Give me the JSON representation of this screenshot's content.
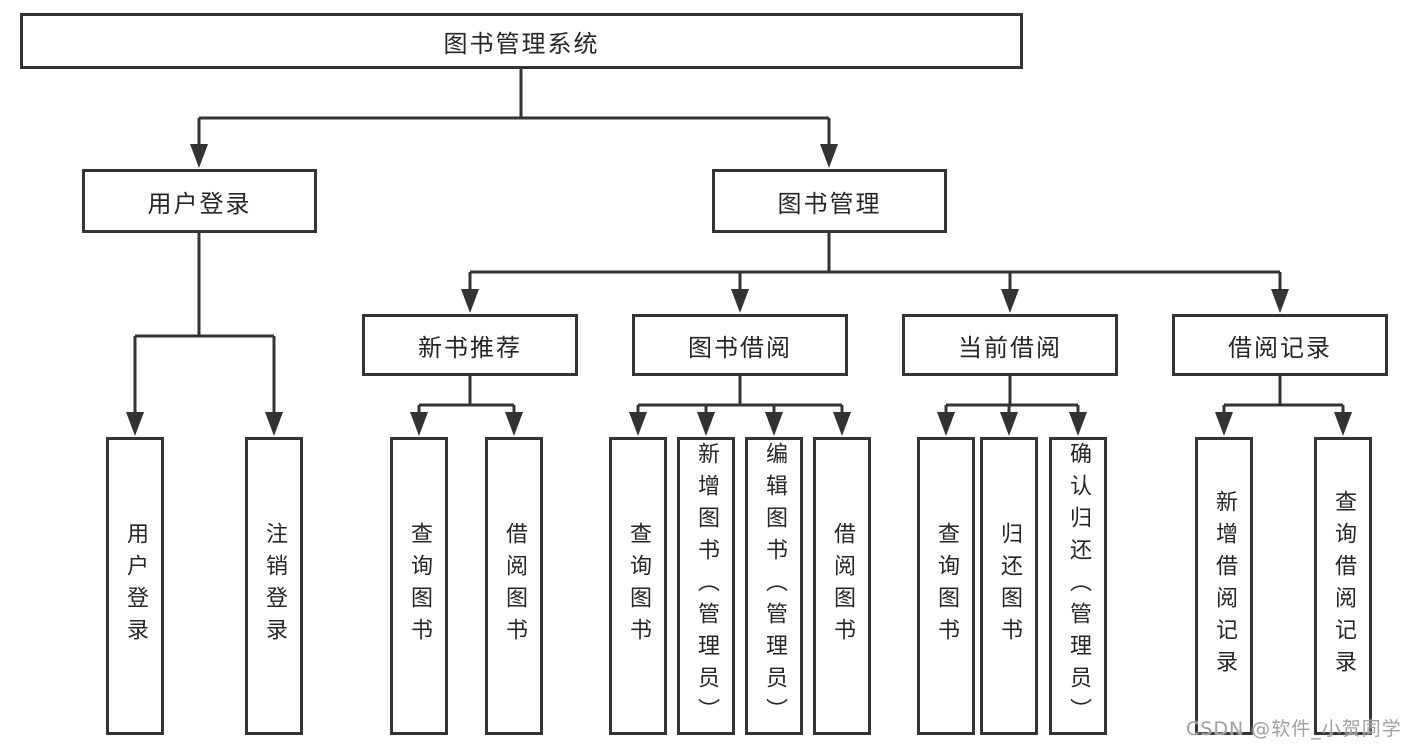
{
  "diagram": {
    "root": {
      "label": "图书管理系统"
    },
    "level1": [
      {
        "id": "user-login",
        "label": "用户登录"
      },
      {
        "id": "book-management",
        "label": "图书管理"
      }
    ],
    "level2": [
      {
        "id": "new-book-recommendation",
        "label": "新书推荐",
        "parent": "book-management"
      },
      {
        "id": "book-borrowing",
        "label": "图书借阅",
        "parent": "book-management"
      },
      {
        "id": "current-borrowing",
        "label": "当前借阅",
        "parent": "book-management"
      },
      {
        "id": "borrowing-records",
        "label": "借阅记录",
        "parent": "book-management"
      }
    ],
    "leaves": [
      {
        "id": "leaf-user-login",
        "label": "用户登录",
        "parent": "user-login"
      },
      {
        "id": "leaf-logout",
        "label": "注销登录",
        "parent": "user-login"
      },
      {
        "id": "leaf-query-books-recommend",
        "label": "查询图书",
        "parent": "new-book-recommendation"
      },
      {
        "id": "leaf-borrow-books-recommend",
        "label": "借阅图书",
        "parent": "new-book-recommendation"
      },
      {
        "id": "leaf-query-books-borrow",
        "label": "查询图书",
        "parent": "book-borrowing"
      },
      {
        "id": "leaf-add-book-admin",
        "label": "新增图书（管理员）",
        "parent": "book-borrowing"
      },
      {
        "id": "leaf-edit-book-admin",
        "label": "编辑图书（管理员）",
        "parent": "book-borrowing"
      },
      {
        "id": "leaf-borrow-books",
        "label": "借阅图书",
        "parent": "book-borrowing"
      },
      {
        "id": "leaf-query-books-current",
        "label": "查询图书",
        "parent": "current-borrowing"
      },
      {
        "id": "leaf-return-books",
        "label": "归还图书",
        "parent": "current-borrowing"
      },
      {
        "id": "leaf-confirm-return-admin",
        "label": "确认归还（管理员）",
        "parent": "current-borrowing"
      },
      {
        "id": "leaf-add-borrow-record",
        "label": "新增借阅记录",
        "parent": "borrowing-records"
      },
      {
        "id": "leaf-query-borrow-record",
        "label": "查询借阅记录",
        "parent": "borrowing-records"
      }
    ]
  },
  "watermark": {
    "text": "CSDN @软件_小贺同学"
  },
  "colors": {
    "line": "#333333",
    "box_border": "#333333",
    "text": "#262626",
    "watermark": "#a0a0a0",
    "background": "#ffffff"
  }
}
